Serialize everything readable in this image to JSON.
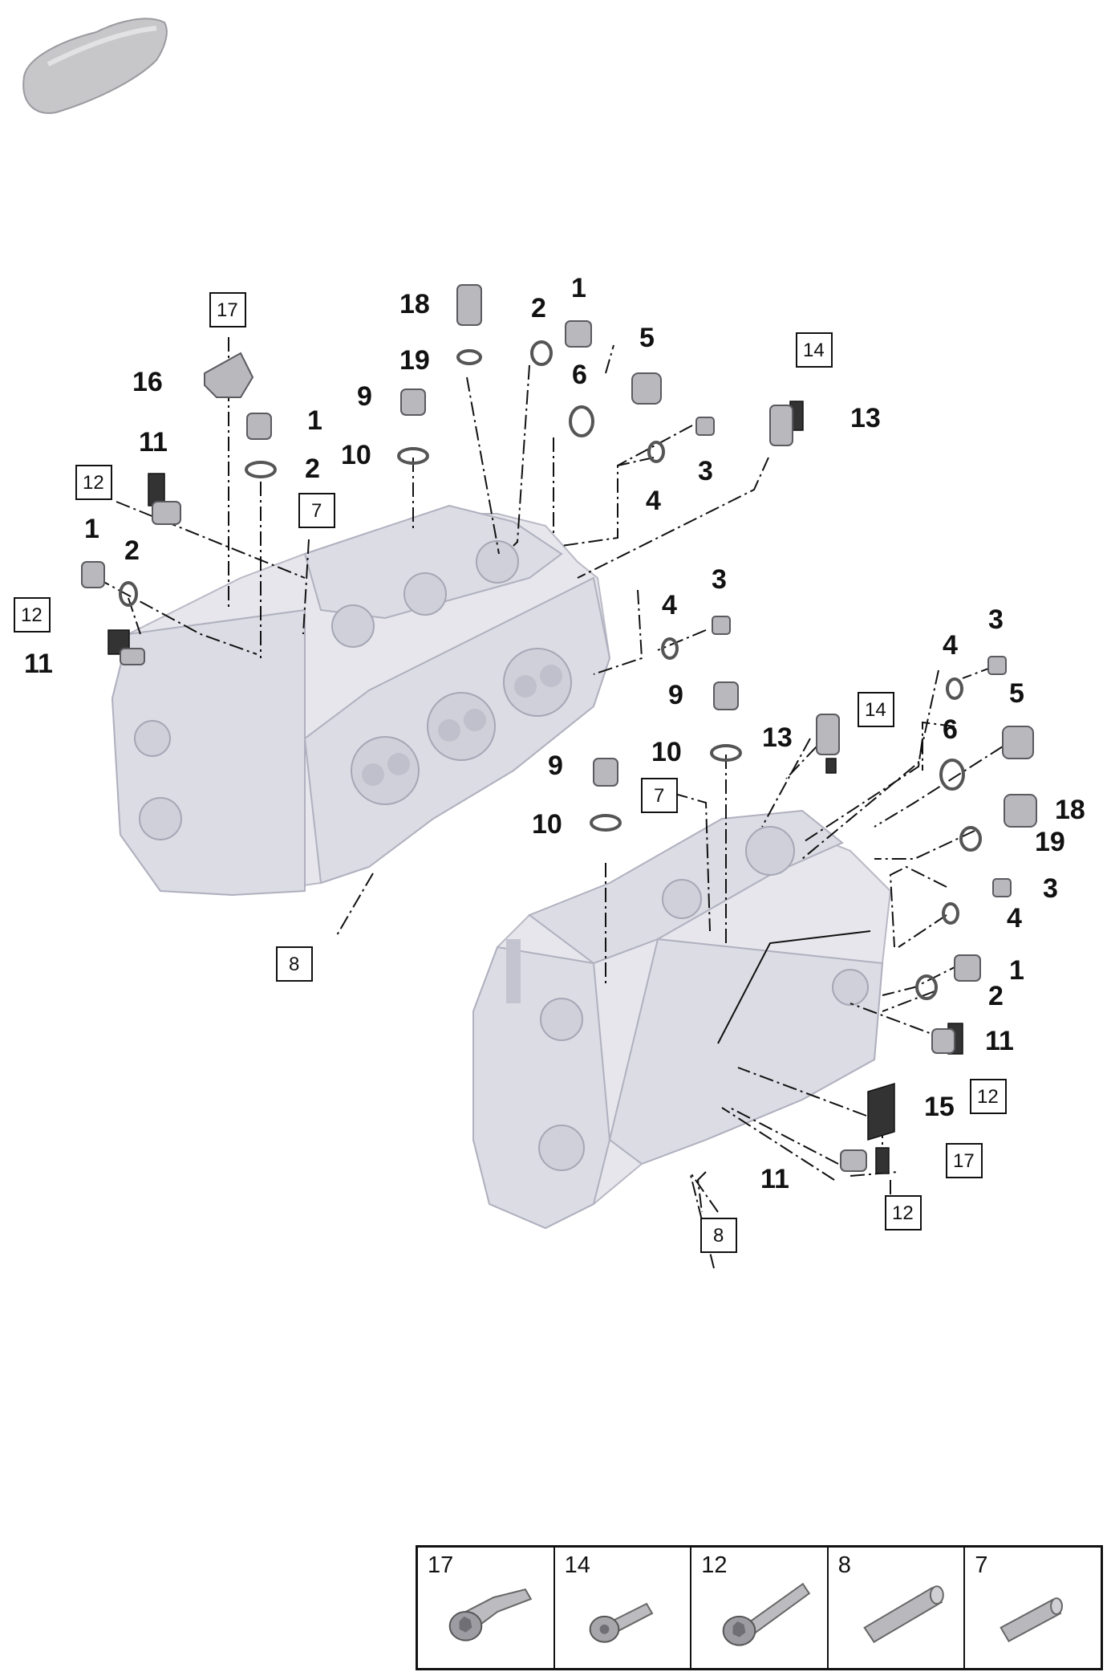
{
  "callouts": {
    "c1a": "1",
    "c1b": "1",
    "c1c": "1",
    "c1d": "1",
    "c2a": "2",
    "c2b": "2",
    "c2c": "2",
    "c2d": "2",
    "c3a": "3",
    "c3b": "3",
    "c3c": "3",
    "c3d": "3",
    "c4a": "4",
    "c4b": "4",
    "c4c": "4",
    "c4d": "4",
    "c5a": "5",
    "c5b": "5",
    "c6a": "6",
    "c6b": "6",
    "c9a": "9",
    "c9b": "9",
    "c9c": "9",
    "c10a": "10",
    "c10b": "10",
    "c10c": "10",
    "c11a": "11",
    "c11b": "11",
    "c11c": "11",
    "c11d": "11",
    "c13a": "13",
    "c13b": "13",
    "c15": "15",
    "c16": "16",
    "c18a": "18",
    "c18b": "18",
    "c19a": "19",
    "c19b": "19"
  },
  "boxes": {
    "b17a": "17",
    "b17b": "17",
    "b14a": "14",
    "b14b": "14",
    "b12a": "12",
    "b12b": "12",
    "b12c": "12",
    "b12d": "12",
    "b7a": "7",
    "b7b": "7",
    "b8a": "8",
    "b8b": "8"
  },
  "legend": [
    {
      "num": "17",
      "icon": "flanged-torx-bolt-icon"
    },
    {
      "num": "14",
      "icon": "pan-head-bolt-icon"
    },
    {
      "num": "12",
      "icon": "long-torx-bolt-icon"
    },
    {
      "num": "8",
      "icon": "long-dowel-pin-icon"
    },
    {
      "num": "7",
      "icon": "short-dowel-pin-icon"
    }
  ],
  "colors": {
    "line": "#111111",
    "housing": "#e6e6ec",
    "part": "#b9b9bd"
  }
}
